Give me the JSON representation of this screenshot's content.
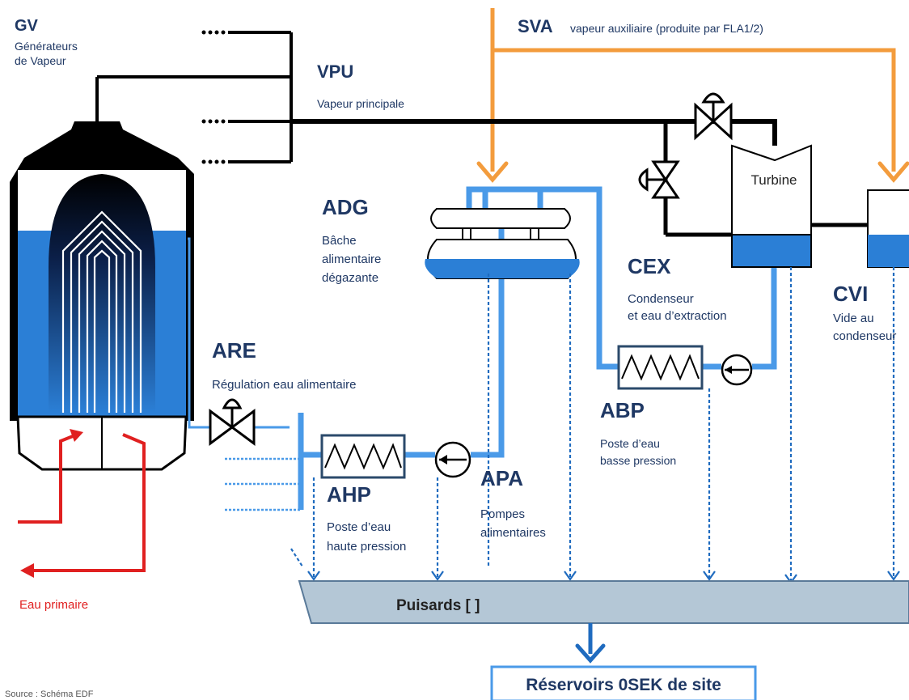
{
  "labels": {
    "gv": {
      "code": "GV",
      "line1": "Générateurs",
      "line2": "de Vapeur"
    },
    "sva": {
      "code": "SVA",
      "desc": "vapeur auxiliaire (produite par FLA1/2)"
    },
    "vpu": {
      "code": "VPU",
      "desc": "Vapeur principale"
    },
    "turbine": "Turbine",
    "adg": {
      "code": "ADG",
      "line1": "Bâche",
      "line2": "alimentaire",
      "line3": "dégazante"
    },
    "cex": {
      "code": "CEX",
      "line1": "Condenseur",
      "line2": "et eau d’extraction"
    },
    "cvi": {
      "code": "CVI",
      "line1": "Vide au",
      "line2": "condenseur"
    },
    "are": {
      "code": "ARE",
      "desc": "Régulation eau alimentaire"
    },
    "abp": {
      "code": "ABP",
      "line1": "Poste d’eau",
      "line2": "basse pression"
    },
    "ahp": {
      "code": "AHP",
      "line1": "Poste d’eau",
      "line2": "haute pression"
    },
    "apa": {
      "code": "APA",
      "line1": "Pompes",
      "line2": "alimentaires"
    },
    "primary": "Eau primaire",
    "sumps": "Puisards [ ]",
    "tanks": "Réservoirs 0SEK de site",
    "source": "Source : Schéma EDF"
  },
  "colors": {
    "water": "#4a9ae8",
    "steam_aux": "#f39c3d",
    "steam_main": "#000000",
    "primary": "#e02020",
    "text": "#1f3864",
    "sump_fill": "#b4c7d6",
    "dark_blue": "#1f6bbf"
  }
}
